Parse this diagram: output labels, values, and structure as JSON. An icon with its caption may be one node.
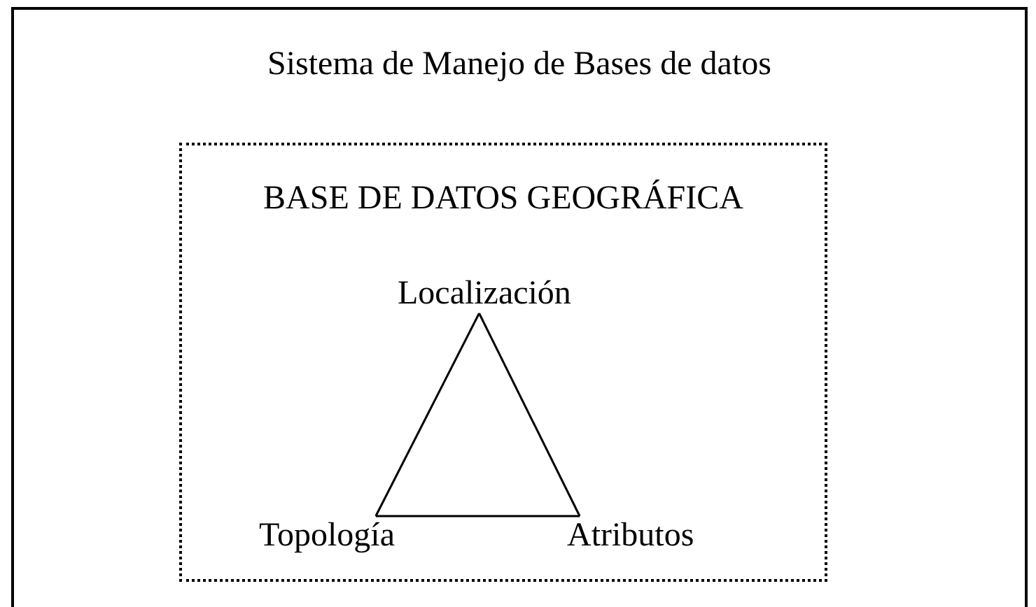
{
  "diagram": {
    "nodes": [
      {
        "text": [
          "Sistema de Manejo de Bases de datos"
        ]
      },
      {
        "text": [
          "BASE DE DATOS GEOGRÁFICA"
        ],
        "in": 0
      },
      {
        "text": [
          "Localización"
        ],
        "in": 1
      },
      {
        "text": [
          "Topología"
        ],
        "in": 1
      },
      {
        "text": [
          "Atributos"
        ],
        "in": 1
      }
    ],
    "edges": [
      {
        "from": 2,
        "to": 3,
        "arrow": "none"
      },
      {
        "from": 3,
        "to": 4,
        "arrow": "none"
      },
      {
        "from": 4,
        "to": 2,
        "arrow": "none"
      }
    ]
  }
}
